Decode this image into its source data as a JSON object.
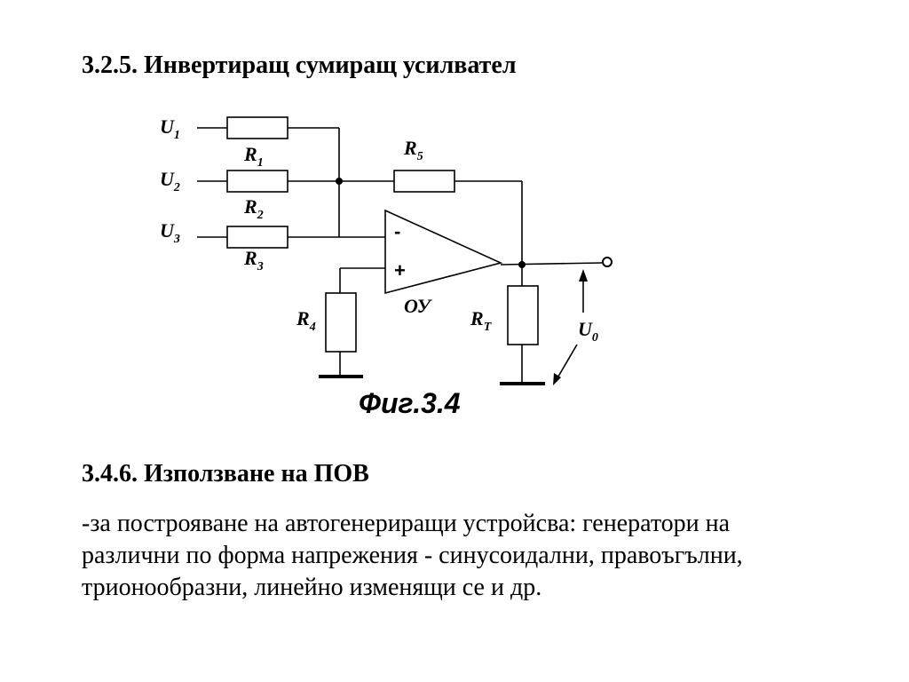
{
  "section1": {
    "heading": "3.2.5. Инвертиращ сумиращ усилвател"
  },
  "figure": {
    "caption": "Фиг.3.4",
    "inputs": [
      {
        "label": "U",
        "sub": "1"
      },
      {
        "label": "U",
        "sub": "2"
      },
      {
        "label": "U",
        "sub": "3"
      }
    ],
    "resistors": {
      "r1": {
        "label": "R",
        "sub": "1"
      },
      "r2": {
        "label": "R",
        "sub": "2"
      },
      "r3": {
        "label": "R",
        "sub": "3"
      },
      "r4": {
        "label": "R",
        "sub": "4"
      },
      "r5": {
        "label": "R",
        "sub": "5"
      },
      "rt": {
        "label": "R",
        "sub": "T"
      }
    },
    "opamp": {
      "label": "ОУ",
      "minus": "-",
      "plus": "+"
    },
    "output": {
      "label": "U",
      "sub": "0"
    }
  },
  "section2": {
    "heading": "3.4.6. Използване на ПОВ",
    "lines": [
      "-за построяване на автогенериращи устройсва: генератори на",
      "различни по форма напрежения - синусоидални, правоъгълни,",
      "трионообразни, линейно изменящи се и др."
    ]
  }
}
